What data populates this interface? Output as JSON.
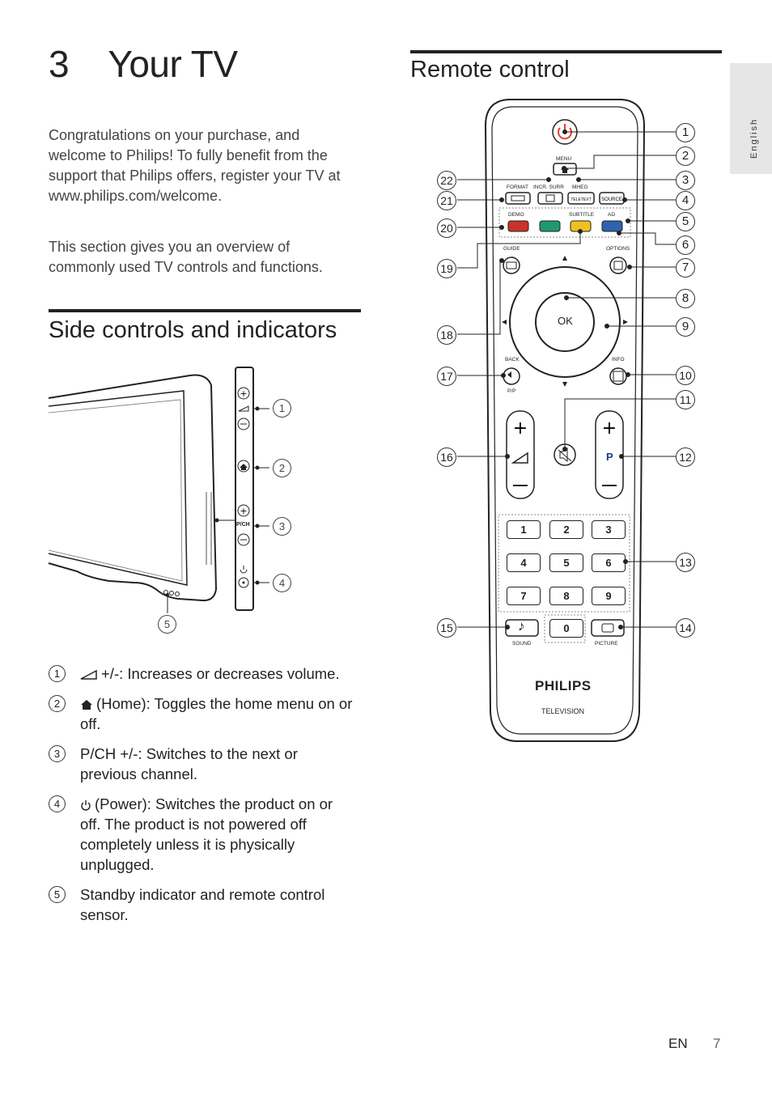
{
  "chapter": {
    "title": "3    Your TV"
  },
  "intro": {
    "p1": "Congratulations on your purchase, and welcome to Philips! To fully benefit from the support that Philips offers, register your TV at www.philips.com/welcome.",
    "p2": "This section gives you an overview of commonly used TV controls and functions."
  },
  "side_controls": {
    "title": "Side controls and indicators",
    "callouts": [
      "1",
      "2",
      "3",
      "4",
      "5"
    ],
    "panel_label_pch": "P/CH",
    "items": [
      {
        "num": "1",
        "text": "+/-: Increases or decreases volume.",
        "icon": "volume-icon"
      },
      {
        "num": "2",
        "text": "(Home): Toggles the home menu on or off.",
        "icon": "home-icon"
      },
      {
        "num": "3",
        "text": "P/CH +/-: Switches to the next or previous channel.",
        "icon": ""
      },
      {
        "num": "4",
        "text": "(Power): Switches the product on or off. The product is not powered off completely unless it is physically unplugged.",
        "icon": "power-icon"
      },
      {
        "num": "5",
        "text": "Standby indicator and remote control sensor.",
        "icon": ""
      }
    ]
  },
  "remote": {
    "title": "Remote control",
    "callouts": [
      "1",
      "2",
      "3",
      "4",
      "5",
      "6",
      "7",
      "8",
      "9",
      "10",
      "11",
      "12",
      "13",
      "14",
      "15",
      "16",
      "17",
      "18",
      "19",
      "20",
      "21",
      "22"
    ],
    "labels": {
      "menu": "MENU",
      "format": "FORMAT",
      "incr_surr": "INCR. SURR",
      "mheg": "MHEG",
      "teletext": "TELETEXT",
      "source": "SOURCE",
      "demo": "DEMO",
      "subtitle": "SUBTITLE",
      "ad": "AD",
      "guide": "GUIDE",
      "options": "OPTIONS",
      "ok": "OK",
      "back": "BACK",
      "pp": "P/P",
      "info": "INFO",
      "p": "P",
      "sound": "SOUND",
      "picture": "PICTURE",
      "brand": "PHILIPS",
      "subbrand": "TELEVISION"
    },
    "keys": [
      "1",
      "2",
      "3",
      "4",
      "5",
      "6",
      "7",
      "8",
      "9",
      "0"
    ],
    "colors": {
      "red": "#c8332b",
      "green": "#1f9a6d",
      "yellow": "#f2c01e",
      "blue": "#2f62b0",
      "power": "#e0402a"
    }
  },
  "sidebar": {
    "language": "English"
  },
  "footer": {
    "lang": "EN",
    "page": "7"
  }
}
